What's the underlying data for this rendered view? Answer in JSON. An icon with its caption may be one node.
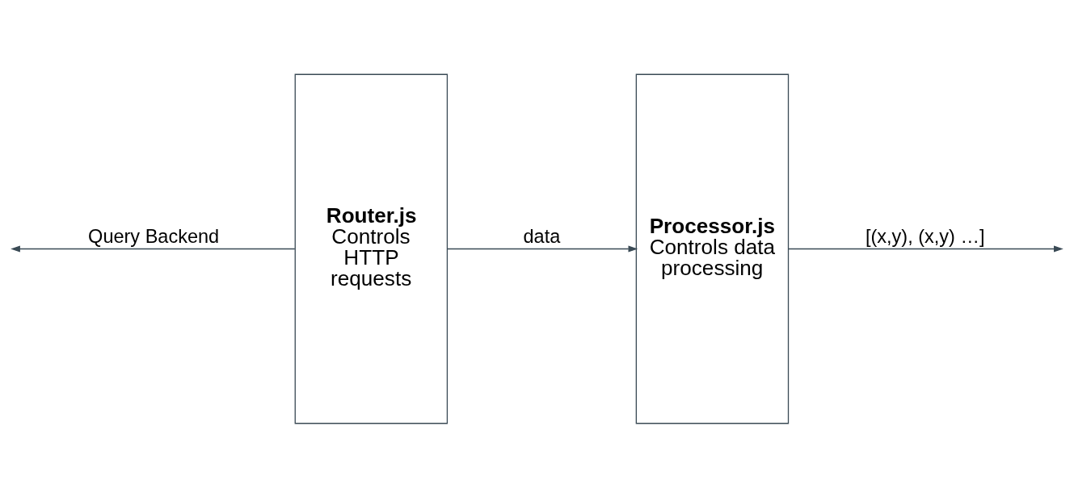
{
  "diagram": {
    "nodes": [
      {
        "text": [
          "Router.js",
          "Controls HTTP requests"
        ]
      },
      {
        "text": [
          "Processor.js",
          "Controls data processing"
        ]
      }
    ],
    "edges": [
      {
        "from": 0,
        "to": null,
        "arrow": "to",
        "label": "Query Backend"
      },
      {
        "from": 0,
        "to": 1,
        "arrow": "to",
        "label": "data"
      },
      {
        "from": 1,
        "to": null,
        "arrow": "to",
        "label": "[(x,y), (x,y) …]"
      }
    ]
  }
}
